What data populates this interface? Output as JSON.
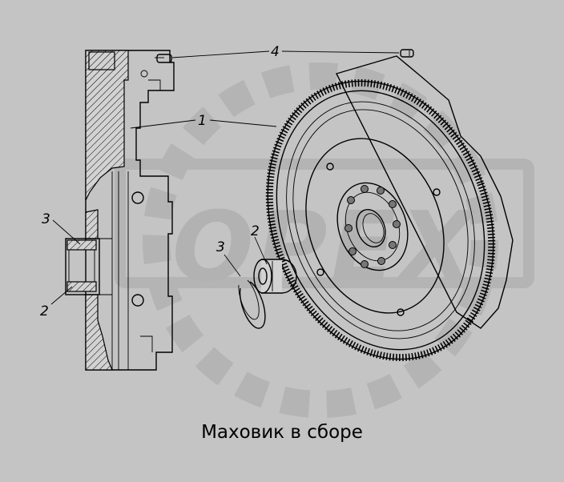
{
  "diagram": {
    "caption": "Маховик в сборе",
    "callouts": {
      "part_1": "1",
      "part_2_section": "2",
      "part_3_section": "3",
      "part_2_detail": "2",
      "part_3_detail": "3",
      "part_4": "4"
    },
    "watermark": "OPEX",
    "colors": {
      "background": "#c4c4c4",
      "face": "#d2d2d2",
      "line": "#000000",
      "watermark": "#b2b2b2"
    }
  }
}
